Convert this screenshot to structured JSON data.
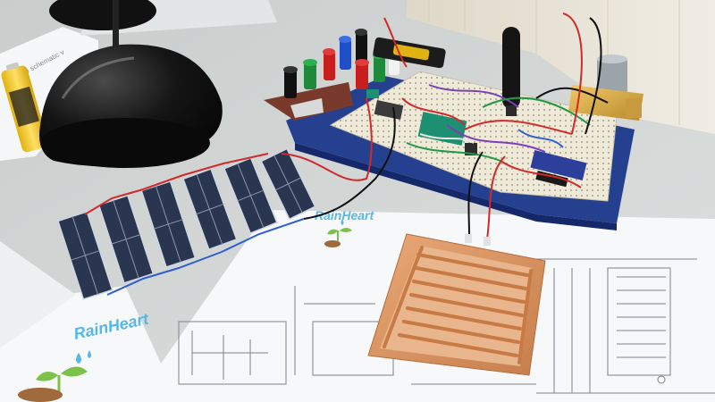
{
  "photo": {
    "subject": "Breadboard electronics prototype with solar cells, copper moisture sensor and printed schematics on a desk",
    "palette": {
      "desk": "#d4d8d7",
      "wall": "#e9e4d8",
      "paper": "#f7f8f9",
      "breadboard": "#efe9d8",
      "breadboard_base": "#24408f",
      "solar_cell": "#2a3550",
      "copper": "#d7905c",
      "lamp": "#141414",
      "battery": "#f2c81c",
      "brand_blue": "#57b7e6",
      "leaf_green": "#7cc24a"
    },
    "logos": [
      {
        "id": "logo-large",
        "text": "RainHeart"
      },
      {
        "id": "logo-small",
        "text": "RainHeart"
      }
    ],
    "documents": [
      {
        "id": "back-sheet",
        "text": "Bilingo schematic v"
      }
    ]
  }
}
